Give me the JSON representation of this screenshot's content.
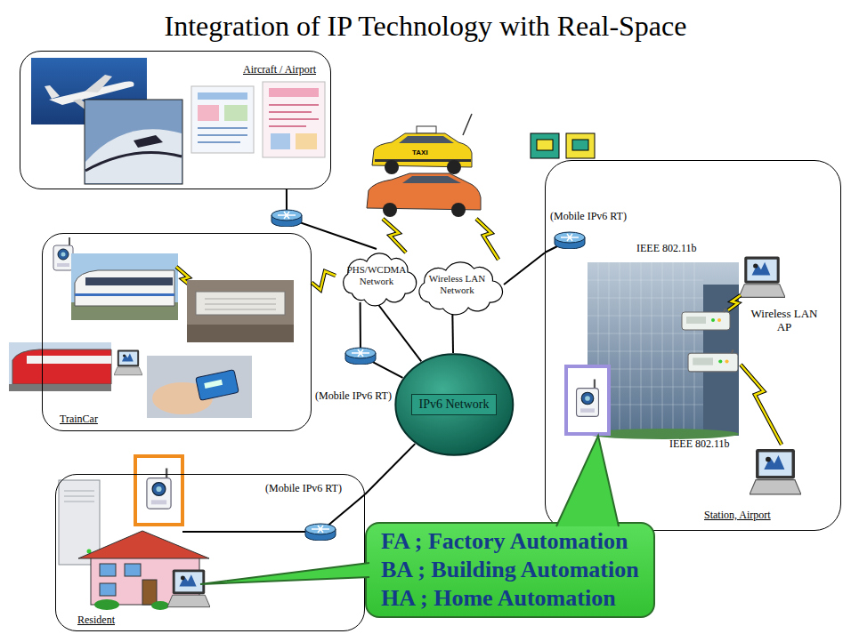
{
  "diagram": {
    "title": "Integration of IP Technology with Real-Space",
    "nodes": [
      {
        "text": [
          "Aircraft / Airport"
        ]
      },
      {
        "text": [
          "TrainCar"
        ]
      },
      {
        "text": [
          "PHS/WCDMA Network"
        ]
      },
      {
        "text": [
          "Wireless LAN Network"
        ]
      },
      {
        "text": [
          "Station, Airport"
        ]
      },
      {
        "text": [
          "IPv6 Network"
        ]
      },
      {
        "text": [
          "Resident"
        ]
      },
      {
        "text": [
          "FA ; Factory Automation",
          "BA ; Building Automation",
          "HA ; Home Automation"
        ]
      }
    ],
    "edges": [
      {
        "from": 0,
        "to": 2,
        "arrow": "none"
      },
      {
        "from": 1,
        "to": 2,
        "arrow": "none"
      },
      {
        "from": 2,
        "to": 5,
        "arrow": "none"
      },
      {
        "from": 2,
        "to": 5,
        "arrow": "none"
      },
      {
        "from": 3,
        "to": 5,
        "arrow": "none"
      },
      {
        "from": 4,
        "to": 3,
        "arrow": "none"
      },
      {
        "from": 6,
        "to": 5,
        "arrow": "none"
      }
    ],
    "labels": [
      "TAXI",
      "(Mobile IPv6 RT)",
      "IEEE 802.11b",
      "Wireless LAN AP",
      "(Mobile IPv6 RT)",
      "IEEE 802.11b",
      "(Mobile IPv6 RT)"
    ]
  }
}
